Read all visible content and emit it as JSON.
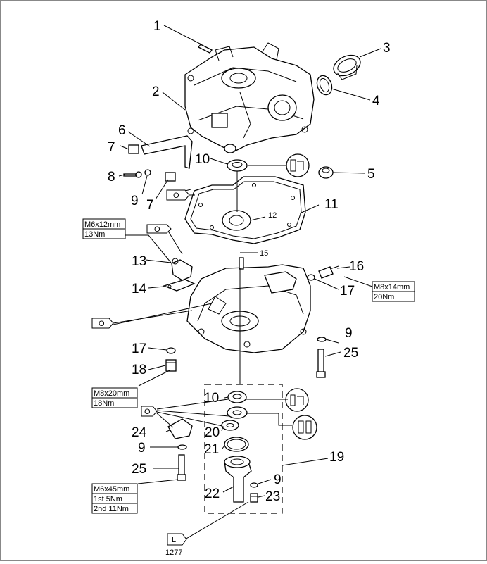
{
  "diagram": {
    "figure_code": "1277",
    "callouts": {
      "c1": "1",
      "c2": "2",
      "c3": "3",
      "c4": "4",
      "c5": "5",
      "c6": "6",
      "c7a": "7",
      "c7b": "7",
      "c8": "8",
      "c9a": "9",
      "c9b": "9",
      "c9c": "9",
      "c9d": "9",
      "c10a": "10",
      "c10b": "10",
      "c11": "11",
      "c12": "12",
      "c13": "13",
      "c14": "14",
      "c15": "15",
      "c16": "16",
      "c17a": "17",
      "c17b": "17",
      "c18": "18",
      "c19": "19",
      "c20": "20",
      "c21": "21",
      "c22": "22",
      "c23": "23",
      "c24": "24",
      "c25a": "25",
      "c25b": "25"
    },
    "torque_specs": {
      "m6x12": {
        "size": "M6x12mm",
        "torque": "13Nm"
      },
      "m8x14": {
        "size": "M8x14mm",
        "torque": "20Nm"
      },
      "m8x20": {
        "size": "M8x20mm",
        "torque": "18Nm"
      },
      "m6x45": {
        "size": "M6x45mm",
        "torque_1": "1st 5Nm",
        "torque_2": "2nd 11Nm"
      }
    },
    "lubricant_tags": {
      "oil_a": "O",
      "oil_b": "O",
      "oil_c": "O",
      "oil_d": "O",
      "loctite": "L"
    }
  }
}
